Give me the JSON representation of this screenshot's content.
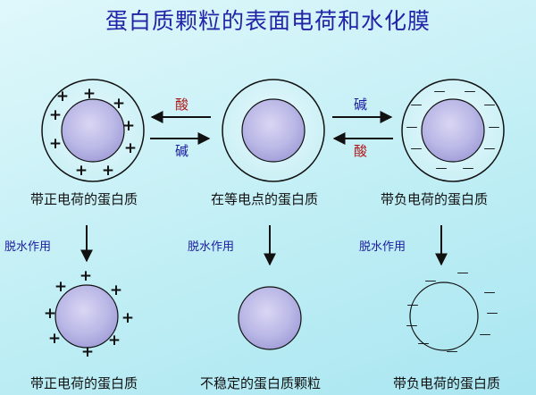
{
  "title": "蛋白质颗粒的表面电荷和水化膜",
  "top_row": {
    "left_label": "带正电荷的蛋白质",
    "center_label": "在等电点的蛋白质",
    "right_label": "带负电荷的蛋白质"
  },
  "bottom_row": {
    "left_label": "带正电荷的蛋白质",
    "center_label": "不稳定的蛋白质颗粒",
    "right_label": "带负电荷的蛋白质"
  },
  "steps": {
    "left": "脱水作用",
    "center": "脱水作用",
    "right": "脱水作用"
  },
  "reagents": {
    "left_upper": "酸",
    "left_lower": "碱",
    "right_upper": "碱",
    "right_lower": "酸"
  },
  "symbols": {
    "positive": "+",
    "negative": "—"
  },
  "colors": {
    "title": "#2323a8",
    "acid": "#b01818",
    "base": "#1b1b9e",
    "particle": "#b9b8e6"
  }
}
